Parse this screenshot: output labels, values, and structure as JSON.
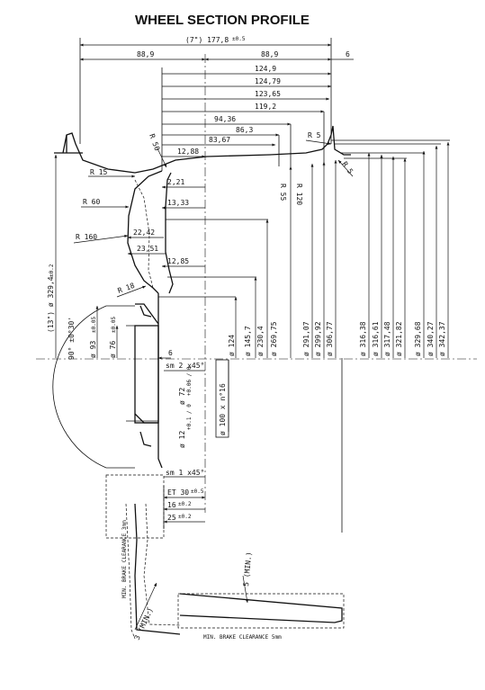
{
  "title": "WHEEL SECTION PROFILE",
  "top_dims": {
    "overall": "(7\") 177,8",
    "overall_tol": "±0.5",
    "left_half": "88,9",
    "right_half": "88,9",
    "offset_6": "6"
  },
  "stack_dims": [
    "124,9",
    "124,79",
    "123,65",
    "119,2",
    "94,36",
    "86,3",
    "83,67",
    "12,88"
  ],
  "left_dims": {
    "d221": "2,21",
    "d1333": "13,33",
    "d2242": "22,42",
    "d2351": "23,51",
    "d1285": "12,85",
    "d6": "6",
    "sm2": "sm 2 x45°",
    "sm1": "sm 1 x45°",
    "et": "ET 30",
    "et_tol": "±0.5",
    "d16": "16",
    "d16_tol": "±0.2",
    "d25": "25",
    "d25_tol": "±0.2"
  },
  "radii": {
    "r50": "R 50",
    "r15": "R 15",
    "r60": "R 60",
    "r160": "R 160",
    "r18": "R 18",
    "r5a": "R 5",
    "r5b": "R 5",
    "r55": "R 55",
    "r120": "R 120"
  },
  "diameters": {
    "rim": "(13\") ø 329,4",
    "rim_tol": "±0.2",
    "d93": "ø 93",
    "d93_tol": "±0.05",
    "d76": "ø 76",
    "d76_tol": "±0.05",
    "d72": "ø 72",
    "d72_tol": "+0.06 / 0",
    "d12": "ø 12",
    "d12_tol": "+0.1 / 0",
    "pcd": "ø 100 x n°16",
    "angle": "90° ±0°30'",
    "vertical": [
      "ø 124",
      "ø 145,7",
      "ø 230,4",
      "ø 269,75",
      "ø 291,07",
      "ø 299,92",
      "ø 306,77",
      "ø 316,38",
      "ø 316,61",
      "ø 317,48",
      "ø 321,82",
      "ø 329,68",
      "ø 340,27",
      "ø 342,37"
    ]
  },
  "clearance": {
    "left_label": "MIN. BRAKE CLEARANCE 3mm",
    "bottom_label": "MIN. BRAKE CLEARANCE 5mm",
    "min5": "5 (MIN.)",
    "min3": "3 (MIN.)"
  }
}
